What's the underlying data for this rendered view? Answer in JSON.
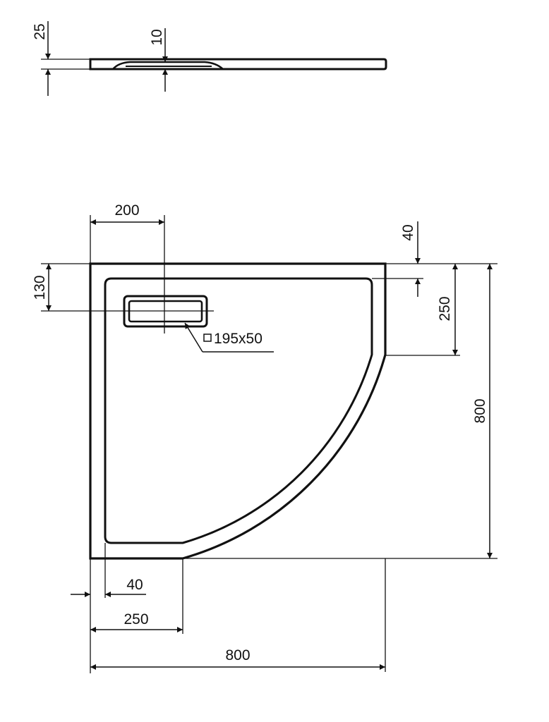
{
  "drawing": {
    "type": "technical-drawing",
    "subject": "quadrant shower tray",
    "colors": {
      "line": "#111111",
      "background": "#ffffff"
    }
  },
  "side_view": {
    "dimensions": {
      "tray_thickness": "25",
      "drain_depth": "10"
    }
  },
  "plan_view": {
    "dimensions": {
      "drain_offset_x": "200",
      "drain_offset_y": "130",
      "drain_size": "195x50",
      "rim_width_top": "40",
      "straight_right": "250",
      "overall_height": "800",
      "rim_width_left": "40",
      "straight_bottom": "250",
      "overall_width": "800"
    },
    "drain_symbol": "square-symbol"
  }
}
